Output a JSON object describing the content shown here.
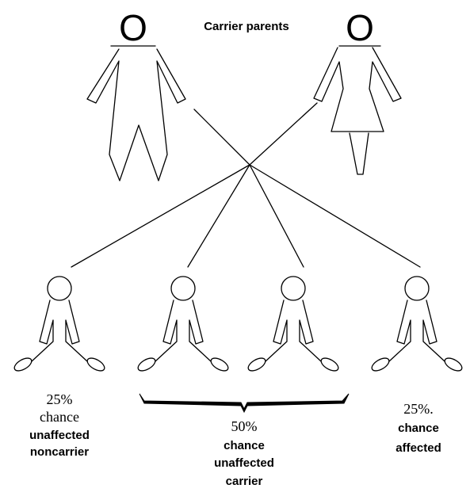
{
  "title": "Carrier parents",
  "parents": {
    "father_symbol": "O",
    "mother_symbol": "O"
  },
  "outcomes": [
    {
      "percent": "25%",
      "chance": "chance",
      "line1": "unaffected",
      "line2": "noncarrier"
    },
    {
      "percent": "50%",
      "chance": "chance",
      "line1": "unaffected",
      "line2": "carrier"
    },
    {
      "percent": "25%.",
      "chance": "chance",
      "line1": "affected",
      "line2": ""
    }
  ],
  "colors": {
    "ink": "#000000",
    "background": "#ffffff"
  }
}
